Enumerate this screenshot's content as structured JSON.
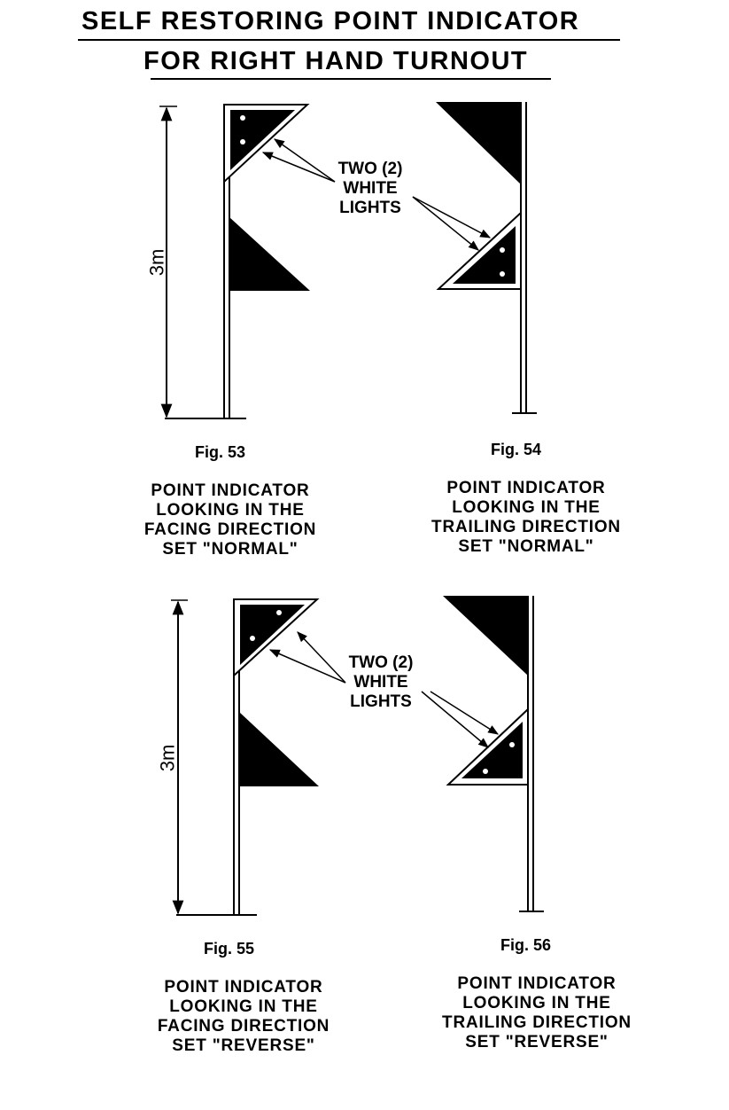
{
  "title": {
    "line1": "SELF RESTORING POINT INDICATOR",
    "line2": "FOR RIGHT HAND TURNOUT"
  },
  "callout": {
    "line1": "TWO (2)",
    "line2": "WHITE",
    "line3": "LIGHTS"
  },
  "height_label": "3m",
  "figures": [
    {
      "label": "Fig. 53",
      "caption": [
        "POINT INDICATOR",
        "LOOKING IN THE",
        "FACING DIRECTION",
        "SET \"NORMAL\""
      ]
    },
    {
      "label": "Fig. 54",
      "caption": [
        "POINT INDICATOR",
        "LOOKING IN THE",
        "TRAILING DIRECTION",
        "SET \"NORMAL\""
      ]
    },
    {
      "label": "Fig. 55",
      "caption": [
        "POINT INDICATOR",
        "LOOKING IN THE",
        "FACING DIRECTION",
        "SET \"REVERSE\""
      ]
    },
    {
      "label": "Fig. 56",
      "caption": [
        "POINT INDICATOR",
        "LOOKING IN THE",
        "TRAILING DIRECTION",
        "SET \"REVERSE\""
      ]
    }
  ]
}
